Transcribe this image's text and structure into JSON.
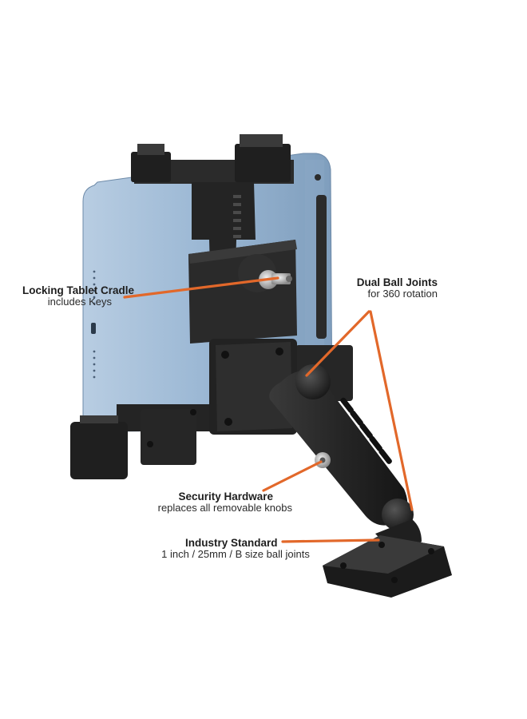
{
  "callouts": {
    "cradle": {
      "title": "Locking Tablet Cradle",
      "subtitle": "includes Keys"
    },
    "joints": {
      "title": "Dual Ball Joints",
      "subtitle": "for 360 rotation"
    },
    "hardware": {
      "title": "Security Hardware",
      "subtitle": "replaces all removable knobs"
    },
    "standard": {
      "title": "Industry Standard",
      "subtitle": "1 inch / 25mm / B size ball joints"
    }
  },
  "colors": {
    "leader_line": "#e2682a",
    "tablet_blue": "#9cb8d4",
    "plastic_black": "#262626",
    "label_text": "#1e1e1e"
  }
}
